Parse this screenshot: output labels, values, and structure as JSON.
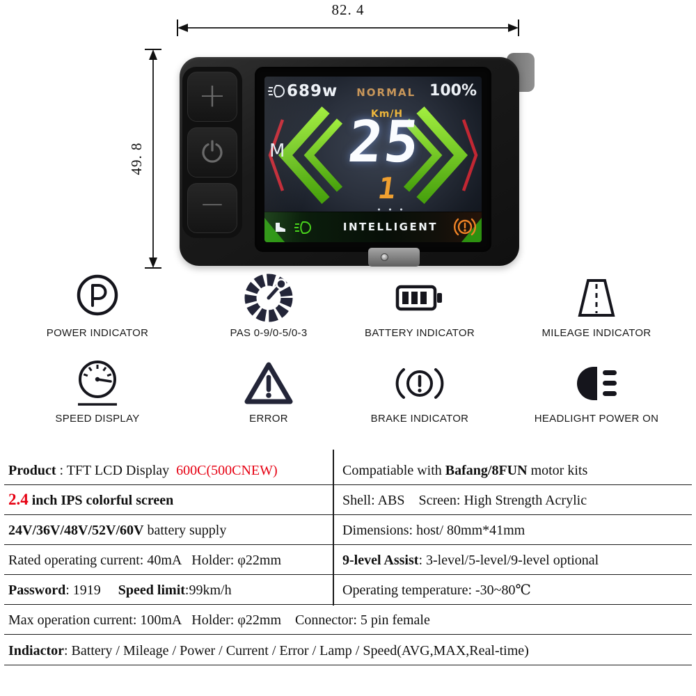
{
  "dimensions": {
    "width_label": "82. 4",
    "height_label": "49. 8"
  },
  "device": {
    "buttons": {
      "plus": "+",
      "minus": "−"
    },
    "screen": {
      "watts": "689w",
      "mode": "NORMAL",
      "battery": "100%",
      "speed_unit": "Km/H",
      "speed": "25",
      "mode_letter": "M",
      "assist_level": "1",
      "pager_dots": "• • •",
      "brand": "INTELLIGENT"
    }
  },
  "features": [
    {
      "icon": "power-indicator-icon",
      "label": "POWER INDICATOR"
    },
    {
      "icon": "pas-gauge-icon",
      "label": "PAS 0-9/0-5/0-3"
    },
    {
      "icon": "battery-indicator-icon",
      "label": "BATTERY INDICATOR"
    },
    {
      "icon": "mileage-indicator-icon",
      "label": "MILEAGE INDICATOR"
    },
    {
      "icon": "speed-display-icon",
      "label": "SPEED DISPLAY"
    },
    {
      "icon": "error-icon",
      "label": "ERROR"
    },
    {
      "icon": "brake-indicator-icon",
      "label": "BRAKE INDICATOR"
    },
    {
      "icon": "headlight-power-on-icon",
      "label": "HEADLIGHT POWER ON"
    }
  ],
  "specs": {
    "r1": {
      "l1": "Product",
      "l2": " : TFT LCD Display  ",
      "l3": "600C(500CNEW)",
      "t1": "Compatiable with ",
      "t2": "Bafang/8FUN",
      "t3": " motor kits"
    },
    "r2": {
      "l1": "2.4",
      "l2": " inch IPS colorful screen",
      "t1": "Shell: ABS    Screen: High Strength Acrylic"
    },
    "r3": {
      "l1": "24V/36V/48V/52V/60V",
      "l2": " battery supply",
      "t1": "Dimensions: host/ 80mm*41mm"
    },
    "r4": {
      "l1": "Rated operating current: 40mA   Holder: φ22mm",
      "t1": "9-level Assist",
      "t2": ": 3-level/5-level/9-level optional"
    },
    "r5": {
      "l1": "Password",
      "l2": ": 1919     ",
      "l3": "Speed limit",
      "l4": ":99km/h",
      "t1": "Operating temperature: -30~80℃"
    },
    "r6": "Max operation current: 100mA   Holder: φ22mm    Connector: 5 pin female",
    "r7": {
      "l1": "Indiactor",
      "l2": ": Battery / Mileage / Power / Current / Error / Lamp / Speed(AVG,MAX,Real-time)"
    }
  },
  "colors": {
    "accent_red": "#e60012",
    "arrow_green": "#6cc41c",
    "assist_orange": "#f0a030",
    "unit_yellow": "#f0b73a"
  }
}
